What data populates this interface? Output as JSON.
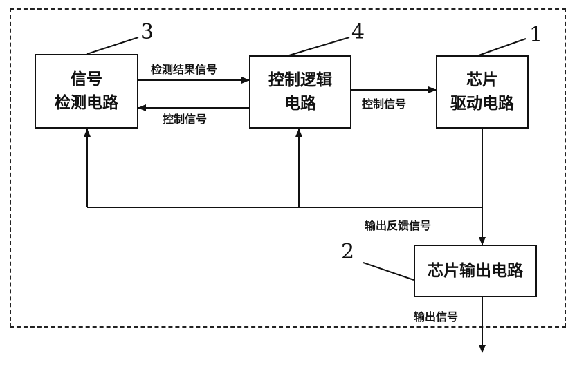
{
  "blocks": {
    "signal_detect": {
      "line1": "信号",
      "line2": "检测电路",
      "number": "3"
    },
    "control_logic": {
      "line1": "控制逻辑",
      "line2": "电路",
      "number": "4"
    },
    "chip_driver": {
      "line1": "芯片",
      "line2": "驱动电路",
      "number": "1"
    },
    "chip_output": {
      "line1": "芯片输出电路",
      "number": "2"
    }
  },
  "signals": {
    "detect_result": "检测结果信号",
    "control_to_detect": "控制信号",
    "control_to_driver": "控制信号",
    "output_feedback": "输出反馈信号",
    "output": "输出信号"
  }
}
